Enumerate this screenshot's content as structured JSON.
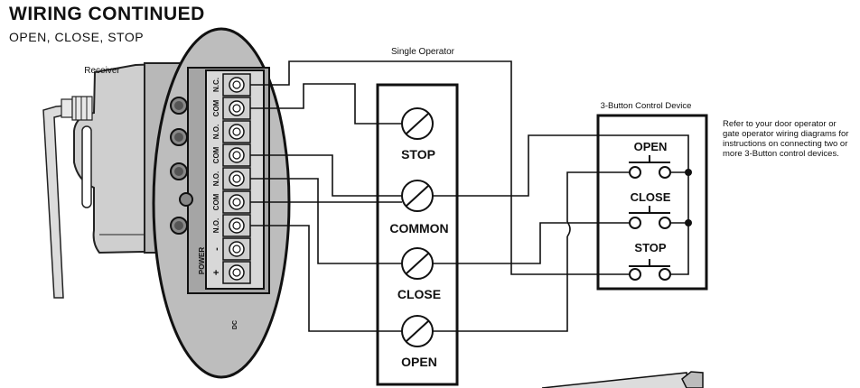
{
  "header": {
    "title": "WIRING CONTINUED",
    "subtitle": "OPEN, CLOSE, STOP"
  },
  "labels": {
    "receiver": "Receiver",
    "single_operator": "Single Operator",
    "control_device": "3-Button Control Device",
    "note": "Refer to your door operator or gate operator wiring diagrams for instructions on connecting two or more 3-Button control devices."
  },
  "terminal_block": {
    "terminals": [
      "N.C.",
      "COM",
      "N.O.",
      "COM",
      "N.O.",
      "COM",
      "N.O.",
      "-",
      "+"
    ],
    "power_label": "POWER",
    "dc_label": "DC"
  },
  "operator_terminals": [
    "STOP",
    "COMMON",
    "CLOSE",
    "OPEN"
  ],
  "control_buttons": [
    "OPEN",
    "CLOSE",
    "STOP"
  ]
}
